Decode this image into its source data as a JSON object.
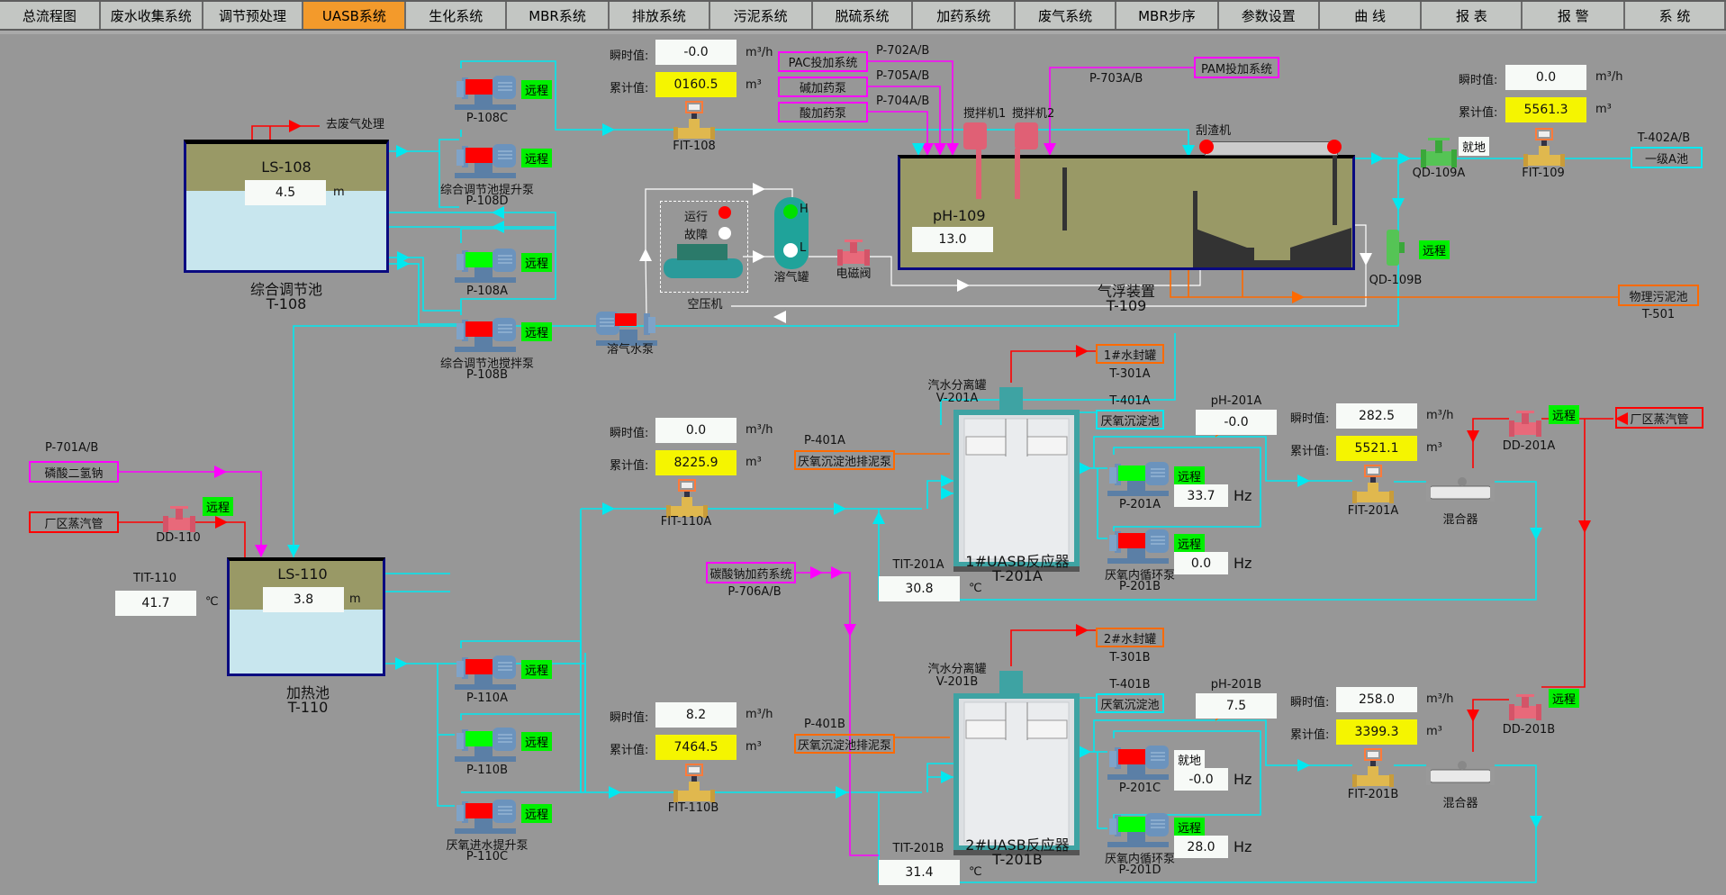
{
  "nav": {
    "tabs": [
      {
        "label": "总流程图",
        "active": false
      },
      {
        "label": "废水收集系统",
        "active": false
      },
      {
        "label": "调节预处理",
        "active": false
      },
      {
        "label": "UASB系统",
        "active": true
      },
      {
        "label": "生化系统",
        "active": false
      },
      {
        "label": "MBR系统",
        "active": false
      },
      {
        "label": "排放系统",
        "active": false
      },
      {
        "label": "污泥系统",
        "active": false
      },
      {
        "label": "脱硫系统",
        "active": false
      },
      {
        "label": "加药系统",
        "active": false
      },
      {
        "label": "废气系统",
        "active": false
      },
      {
        "label": "MBR步序",
        "active": false
      },
      {
        "label": "参数设置",
        "active": false
      },
      {
        "label": "曲 线",
        "active": false
      },
      {
        "label": "报 表",
        "active": false
      },
      {
        "label": "报 警",
        "active": false
      },
      {
        "label": "系 统",
        "active": false
      }
    ]
  },
  "colors": {
    "water": "#00e8f0",
    "chem": "#ff00ff",
    "steam": "#ff0000",
    "sludge": "#ff6a00",
    "air": "#ffffff",
    "running": "#00ff00",
    "stopped": "#ff0000",
    "remote_badge": "#00f000",
    "accum": "#f5f500"
  },
  "labels": {
    "instant": "瞬时值:",
    "total": "累计值:",
    "unit_flow": "m³/h",
    "unit_vol": "m³",
    "unit_m": "m",
    "unit_c": "℃",
    "unit_hz": "Hz",
    "remote": "远程",
    "local": "就地"
  },
  "t108": {
    "name": "综合调节池",
    "tag": "T-108",
    "level_tag": "LS-108",
    "level": "4.5",
    "exhaust": "去废气处理"
  },
  "pumps108": [
    {
      "tag": "P-108C",
      "desc": "",
      "state": "stopped",
      "mode": "远程"
    },
    {
      "tag": "P-108D",
      "desc": "综合调节池提升泵",
      "state": "stopped",
      "mode": "远程"
    },
    {
      "tag": "P-108A",
      "desc": "",
      "state": "running",
      "mode": "远程"
    },
    {
      "tag": "P-108B",
      "desc": "综合调节池搅拌泵",
      "state": "stopped",
      "mode": "远程"
    }
  ],
  "fit108": {
    "tag": "FIT-108",
    "instant": "-0.0",
    "total": "0160.5"
  },
  "chem_top": [
    {
      "label": "PAC投加系统",
      "pump": "P-702A/B"
    },
    {
      "label": "碱加药泵",
      "pump": "P-705A/B"
    },
    {
      "label": "酸加药泵",
      "pump": "P-704A/B"
    }
  ],
  "pam": {
    "label": "PAM投加系统",
    "pump": "P-703A/B"
  },
  "mixers": {
    "m1": "搅拌机1",
    "m2": "搅拌机2"
  },
  "t109": {
    "name": "气浮装置",
    "tag": "T-109",
    "ph_tag": "pH-109",
    "ph": "13.0",
    "scraper": "刮渣机"
  },
  "compressor": {
    "name": "空压机",
    "run_label": "运行",
    "fault_label": "故障",
    "run_state": "on",
    "fault_state": "off"
  },
  "dissolver": {
    "name": "溶气罐",
    "high": "H",
    "low": "L"
  },
  "solenoid": {
    "name": "电磁阀"
  },
  "air_pump": {
    "name": "溶气水泵"
  },
  "fit109": {
    "tag": "FIT-109",
    "instant": "0.0",
    "total": "5561.3"
  },
  "qd109a": {
    "tag": "QD-109A",
    "mode": "就地"
  },
  "qd109b": {
    "tag": "QD-109B",
    "mode": "远程"
  },
  "t402": {
    "label": "一级A池",
    "tag": "T-402A/B"
  },
  "t501": {
    "label": "物理污泥池",
    "tag": "T-501"
  },
  "p701": {
    "label": "磷酸二氢钠",
    "pump": "P-701A/B"
  },
  "steam110": {
    "label": "厂区蒸汽管",
    "valve": "DD-110",
    "mode": "远程"
  },
  "tit110": {
    "tag": "TIT-110",
    "value": "41.7"
  },
  "t110": {
    "name": "加热池",
    "tag": "T-110",
    "level_tag": "LS-110",
    "level": "3.8"
  },
  "pumps110": [
    {
      "tag": "P-110A",
      "desc": "",
      "state": "stopped",
      "mode": "远程"
    },
    {
      "tag": "P-110B",
      "desc": "",
      "state": "running",
      "mode": "远程"
    },
    {
      "tag": "P-110C",
      "desc": "厌氧进水提升泵",
      "state": "stopped",
      "mode": "远程"
    }
  ],
  "fit110a": {
    "tag": "FIT-110A",
    "instant": "0.0",
    "total": "8225.9"
  },
  "fit110b": {
    "tag": "FIT-110B",
    "instant": "8.2",
    "total": "7464.5"
  },
  "p706": {
    "label": "碳酸钠加药系统",
    "pump": "P-706A/B"
  },
  "reactorA": {
    "name": "1#UASB反应器",
    "tag": "T-201A",
    "sep_name": "汽水分离罐",
    "sep_tag": "V-201A",
    "seal_label": "1#水封罐",
    "seal_tag": "T-301A",
    "settle_label": "厌氧沉淀池",
    "settle_tag": "T-401A",
    "sludge_label": "厌氧沉淀池排泥泵",
    "sludge_pump": "P-401A",
    "tit_tag": "TIT-201A",
    "tit": "30.8",
    "ph_tag": "pH-201A",
    "ph": "-0.0",
    "pump1": {
      "tag": "P-201A",
      "desc": "",
      "state": "running",
      "mode": "远程",
      "hz": "33.7"
    },
    "pump2": {
      "tag": "P-201B",
      "desc": "厌氧内循环泵",
      "state": "stopped",
      "mode": "远程",
      "hz": "0.0"
    },
    "fit_tag": "FIT-201A",
    "instant": "282.5",
    "total": "5521.1",
    "mixer": "混合器",
    "valve": "DD-201A",
    "valve_mode": "远程",
    "steam": "厂区蒸汽管"
  },
  "reactorB": {
    "name": "2#UASB反应器",
    "tag": "T-201B",
    "sep_name": "汽水分离罐",
    "sep_tag": "V-201B",
    "seal_label": "2#水封罐",
    "seal_tag": "T-301B",
    "settle_label": "厌氧沉淀池",
    "settle_tag": "T-401B",
    "sludge_label": "厌氧沉淀池排泥泵",
    "sludge_pump": "P-401B",
    "tit_tag": "TIT-201B",
    "tit": "31.4",
    "ph_tag": "pH-201B",
    "ph": "7.5",
    "pump1": {
      "tag": "P-201C",
      "desc": "",
      "state": "stopped",
      "mode": "就地",
      "hz": "-0.0"
    },
    "pump2": {
      "tag": "P-201D",
      "desc": "厌氧内循环泵",
      "state": "running",
      "mode": "远程",
      "hz": "28.0"
    },
    "fit_tag": "FIT-201B",
    "instant": "258.0",
    "total": "3399.3",
    "mixer": "混合器",
    "valve": "DD-201B",
    "valve_mode": "远程"
  }
}
